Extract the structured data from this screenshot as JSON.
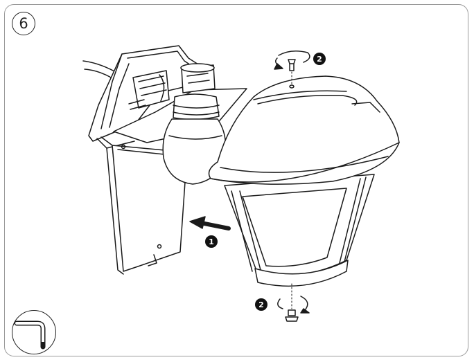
{
  "step": {
    "number": "6"
  },
  "callouts": {
    "push": "1",
    "screw_top": "2",
    "screw_bottom": "2"
  },
  "icons": {
    "tool": "allen-key-icon",
    "arrow": "push-arrow-icon",
    "rotation": "rotate-arrow-icon"
  },
  "colors": {
    "line": "#1a1a1a",
    "frame": "#9a9a9a",
    "badge_fill": "#111111",
    "background": "#ffffff"
  }
}
